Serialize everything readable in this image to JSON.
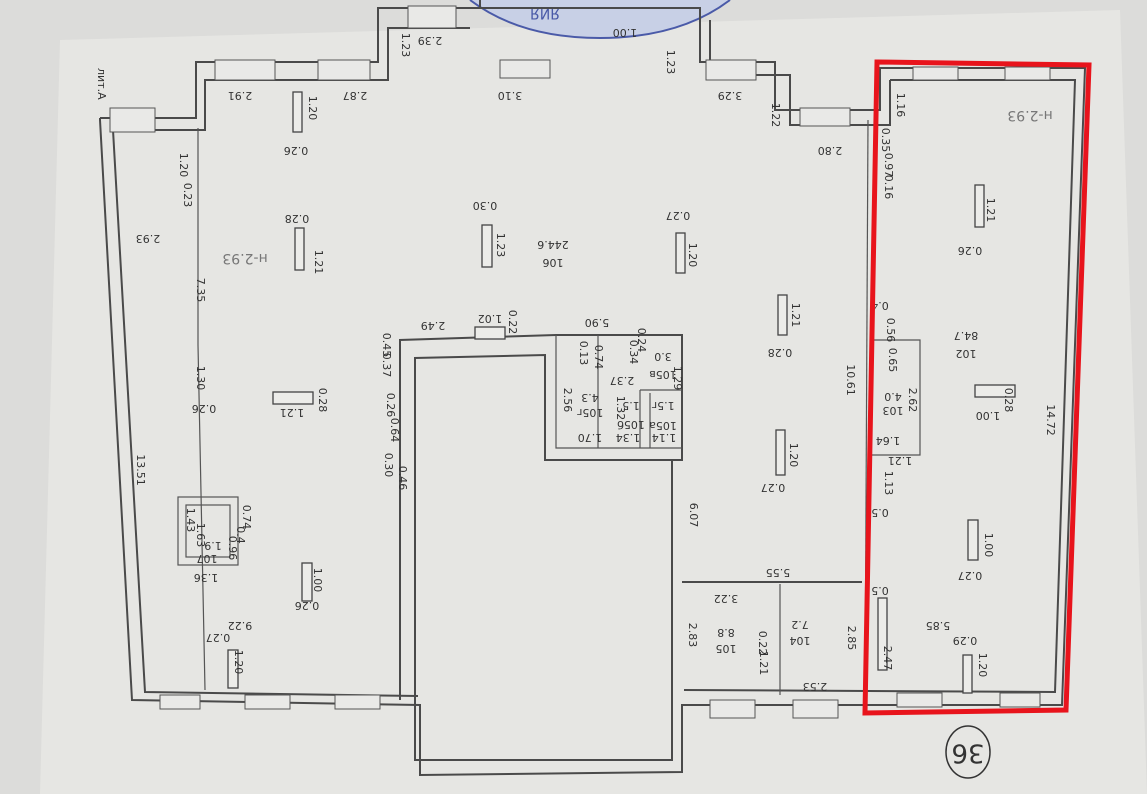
{
  "document": {
    "sheet_number": "36",
    "stamp_text": "ЯИЯ",
    "corner_note": "лит.А",
    "highlight_color": "#e8141c"
  },
  "labels": [
    "2.39",
    "1.23",
    "1.00",
    "1.23",
    "2.91",
    "2.87",
    "1.20",
    "0.26",
    "3.10",
    "3.29",
    "1.22",
    "2.80",
    "1.16",
    "0.35",
    "0.97",
    "0.16",
    "н-2.93",
    "1.21",
    "0.26",
    "1.20",
    "0.23",
    "2.93",
    "н-2.93",
    "7.35",
    "0.28",
    "1.21",
    "0.30",
    "1.23",
    "106",
    "244.6",
    "0.27",
    "1.20",
    "1.02",
    "0.22",
    "2.49",
    "5.90",
    "0.45",
    "0.37",
    "1.30",
    "0.26",
    "1.21",
    "0.28",
    "0.26",
    "0.64",
    "0.30",
    "0.46",
    "13.51",
    "1.21",
    "0.28",
    "10.61",
    "1.20",
    "0.27",
    "6.07",
    "0.4",
    "0.56",
    "0.65",
    "84.7",
    "102",
    "2.62",
    "103",
    "4.0",
    "0.28",
    "1.00",
    "14.72",
    "1.64",
    "1.21",
    "1.13",
    "0.5",
    "1.00",
    "0.27",
    "0.74",
    "1.36",
    "0.96",
    "1.00",
    "0.26",
    "9.22",
    "0.27",
    "1.20",
    "5.55",
    "3.22",
    "0.5",
    "5.85",
    "0.29",
    "1.20",
    "2.83",
    "105",
    "8.8",
    "0.22",
    "1.21",
    "104",
    "7.2",
    "2.85",
    "2.47",
    "2.53",
    "0.13",
    "0.74",
    "0.34",
    "0.24",
    "3.0",
    "105в",
    "1.29",
    "2.37",
    "2.56",
    "4.3",
    "105г",
    "1.32",
    "1.5",
    "105б",
    "1.5г",
    "105а",
    "1.70",
    "1.34",
    "1.14",
    "1.9",
    "107",
    "1.43",
    "1.63",
    "0.4"
  ]
}
